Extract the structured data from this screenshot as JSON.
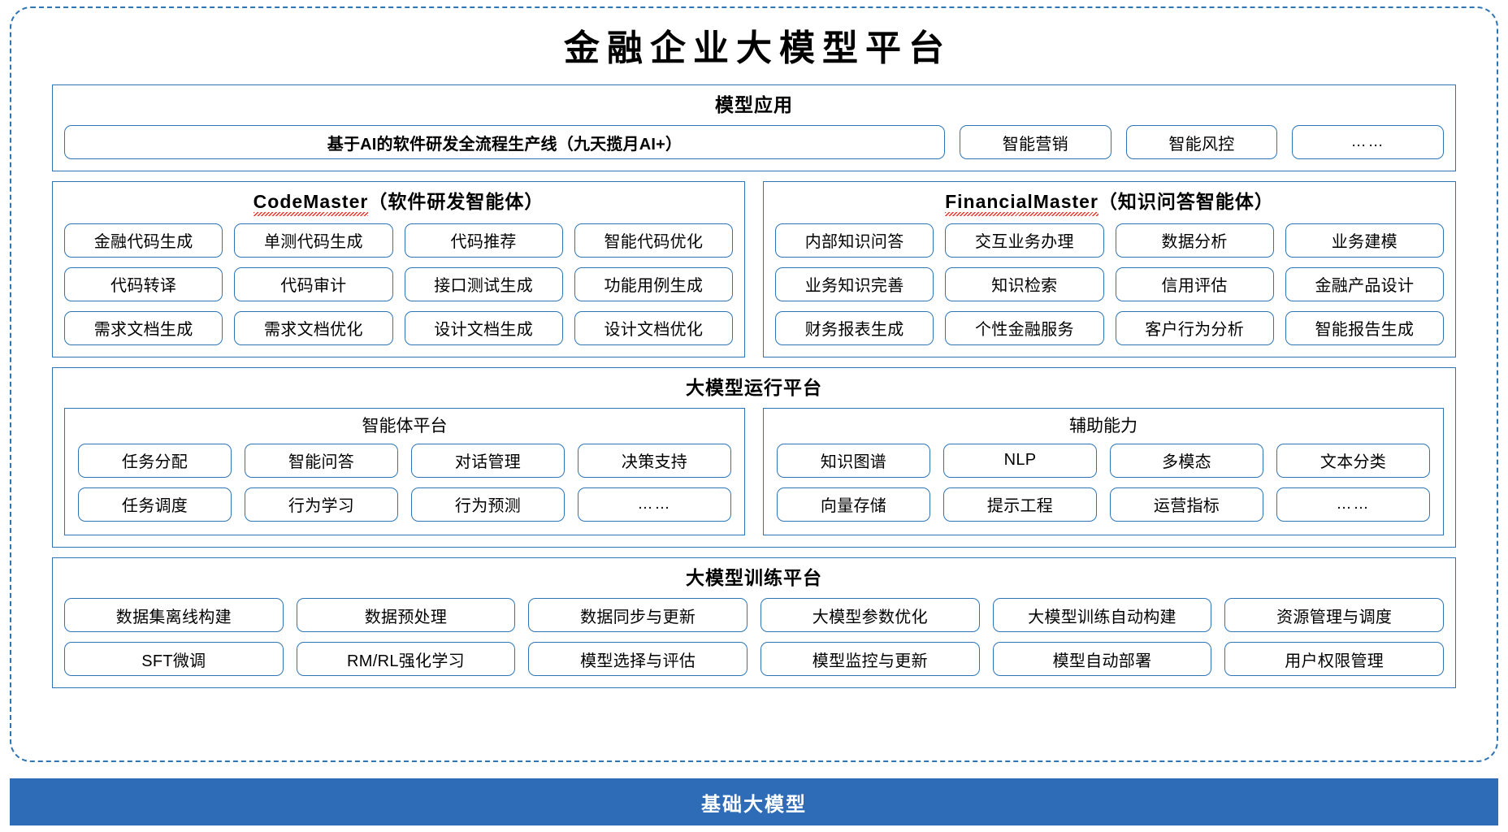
{
  "title": "金融企业大模型平台",
  "colors": {
    "border_blue": "#2E75B6",
    "base_bar_blue": "#2E6CB8",
    "squiggle_red": "#E8281E",
    "text_black": "#000000",
    "background": "#FFFFFF"
  },
  "sections": {
    "model_application": {
      "title": "模型应用",
      "main_item": "基于AI的软件研发全流程生产线（九天揽月AI+）",
      "items": [
        "智能营销",
        "智能风控",
        "……"
      ]
    },
    "code_master": {
      "title_latin": "CodeMaster",
      "title_cn": "（软件研发智能体）",
      "items": [
        "金融代码生成",
        "单测代码生成",
        "代码推荐",
        "智能代码优化",
        "代码转译",
        "代码审计",
        "接口测试生成",
        "功能用例生成",
        "需求文档生成",
        "需求文档优化",
        "设计文档生成",
        "设计文档优化"
      ]
    },
    "financial_master": {
      "title_latin": "FinancialMaster",
      "title_cn": "（知识问答智能体）",
      "items": [
        "内部知识问答",
        "交互业务办理",
        "数据分析",
        "业务建模",
        "业务知识完善",
        "知识检索",
        "信用评估",
        "金融产品设计",
        "财务报表生成",
        "个性金融服务",
        "客户行为分析",
        "智能报告生成"
      ]
    },
    "runtime_platform": {
      "title": "大模型运行平台",
      "subpanels": [
        {
          "title": "智能体平台",
          "items": [
            "任务分配",
            "智能问答",
            "对话管理",
            "决策支持",
            "任务调度",
            "行为学习",
            "行为预测",
            "……"
          ]
        },
        {
          "title": "辅助能力",
          "items": [
            "知识图谱",
            "NLP",
            "多模态",
            "文本分类",
            "向量存储",
            "提示工程",
            "运营指标",
            "……"
          ]
        }
      ]
    },
    "training_platform": {
      "title": "大模型训练平台",
      "items": [
        "数据集离线构建",
        "数据预处理",
        "数据同步与更新",
        "大模型参数优化",
        "大模型训练自动构建",
        "资源管理与调度",
        "SFT微调",
        "RM/RL强化学习",
        "模型选择与评估",
        "模型监控与更新",
        "模型自动部署",
        "用户权限管理"
      ]
    }
  },
  "base_model_bar": {
    "label": "基础大模型"
  }
}
